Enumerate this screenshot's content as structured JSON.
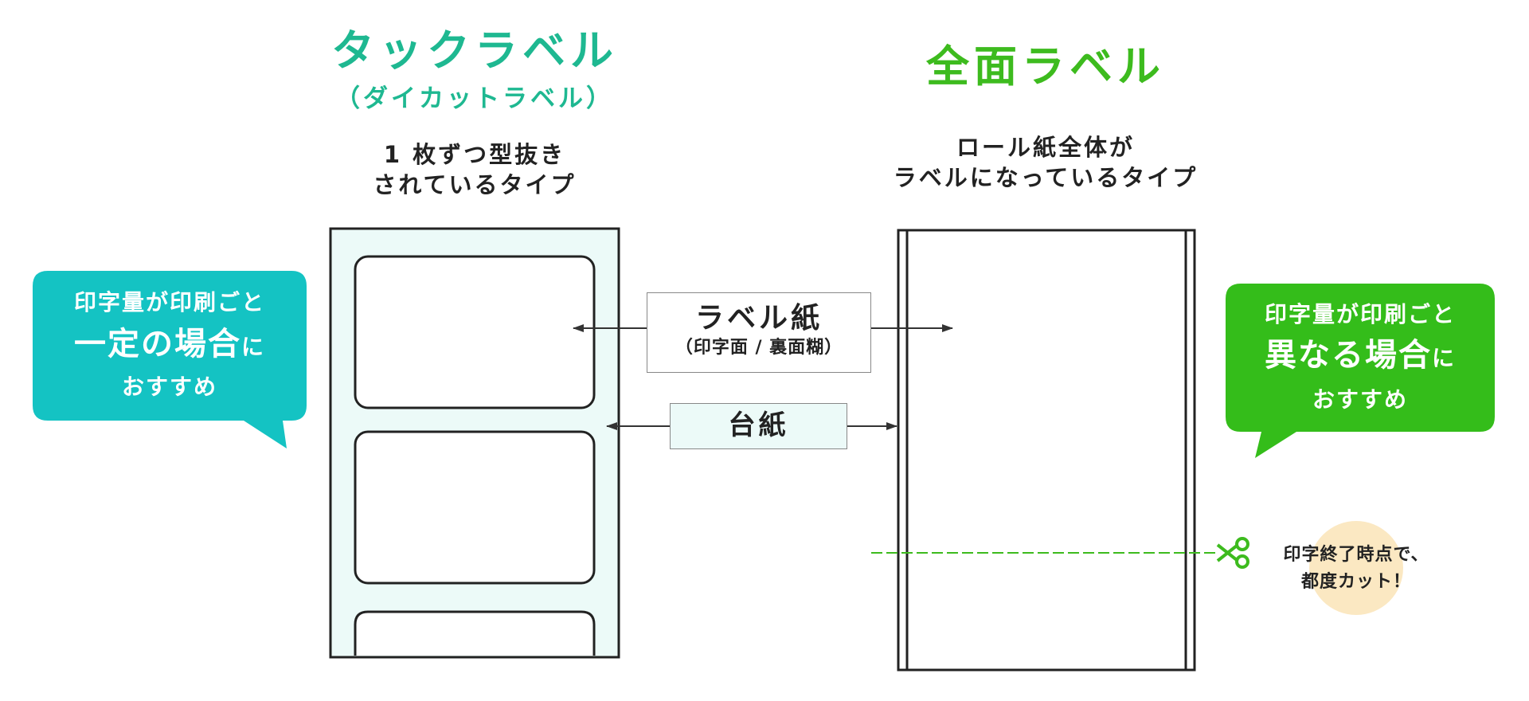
{
  "tack": {
    "title": "タックラベル",
    "subtitle": "（ダイカットラベル）",
    "desc_line1": "1 枚ずつ型抜き",
    "desc_line2": "されているタイプ"
  },
  "full": {
    "title": "全面ラベル",
    "desc_line1": "ロール紙全体が",
    "desc_line2": "ラベルになっているタイプ"
  },
  "bubble_left": {
    "line1": "印字量が印刷ごと",
    "line2_big": "一定の場合",
    "line2_small": "に",
    "line3": "おすすめ",
    "color": "#14c3c3"
  },
  "bubble_right": {
    "line1": "印字量が印刷ごと",
    "line2_big": "異なる場合",
    "line2_small": "に",
    "line3": "おすすめ",
    "color": "#34bd1a"
  },
  "label_paper": {
    "title": "ラベル紙",
    "sub": "（印字面 / 裏面糊）"
  },
  "backing": {
    "title": "台紙",
    "bg": "#ecfaf8"
  },
  "cut_note": {
    "line1": "印字終了時点で、",
    "line2": "都度カット！",
    "circle": "#fbe8c2"
  },
  "icons": {
    "scissors": "scissors-icon"
  }
}
